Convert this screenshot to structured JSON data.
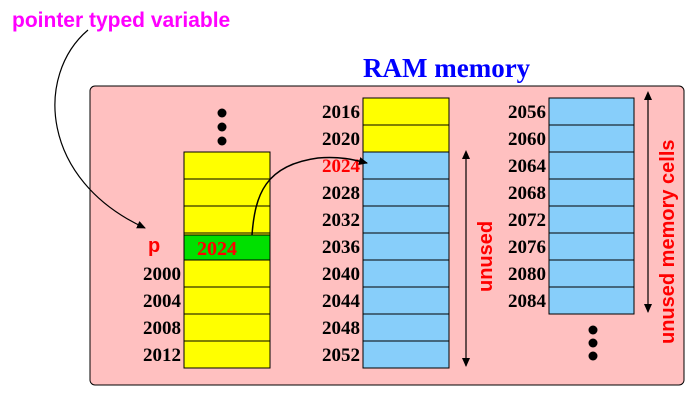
{
  "labels": {
    "pointer_label": "pointer typed variable",
    "ram_title": "RAM memory",
    "pointer_name": "p",
    "unused": "unused",
    "unused_cells": "unused memory cells"
  },
  "pointer_cell_value": "2024",
  "column1": {
    "addresses": [
      "2000",
      "2004",
      "2008",
      "2012"
    ]
  },
  "column2": {
    "addresses": [
      "2016",
      "2020",
      "2024",
      "2028",
      "2032",
      "2036",
      "2040",
      "2044",
      "2048",
      "2052"
    ],
    "highlighted_address": "2024"
  },
  "column3": {
    "addresses": [
      "2056",
      "2060",
      "2064",
      "2068",
      "2072",
      "2076",
      "2080",
      "2084"
    ]
  },
  "colors": {
    "panel": "#ffc0c0",
    "used_cell": "#ffff00",
    "unused_cell": "#87cefa",
    "pointer_cell": "#00e000",
    "address_text": "#000000",
    "highlight_text": "#ff0000",
    "pointer_label": "#ff00ff",
    "ram_title": "#0000ff",
    "unused_text": "#ff0000"
  }
}
